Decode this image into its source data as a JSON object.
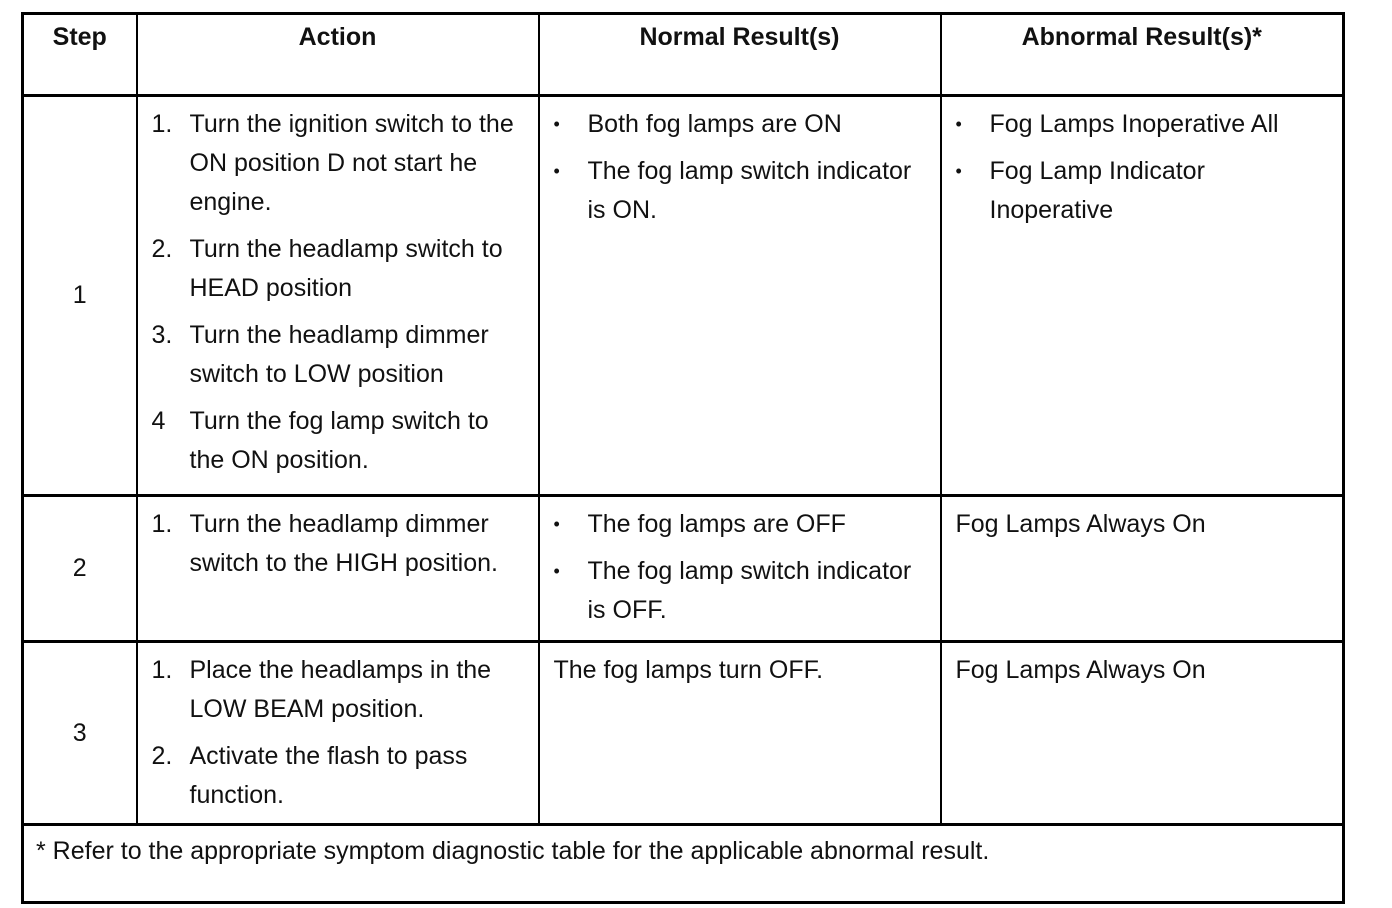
{
  "headers": {
    "step": "Step",
    "action": "Action",
    "normal": "Normal Result(s)",
    "abnormal": "Abnormal Result(s)*"
  },
  "rows": [
    {
      "step": "1",
      "actions": [
        {
          "num": "1.",
          "text": "Turn the ignition switch to the ON position D not start he engine."
        },
        {
          "num": "2.",
          "text": "Turn the headlamp switch to HEAD position"
        },
        {
          "num": "3.",
          "text": "Turn the headlamp dimmer switch to LOW position"
        },
        {
          "num": "4",
          "text": "Turn the fog lamp switch to the ON position."
        }
      ],
      "normal": [
        "Both fog lamps are ON",
        "The fog lamp switch indicator is ON."
      ],
      "abnormal": [
        "Fog Lamps Inoperative All",
        "Fog Lamp Indicator Inoperative"
      ]
    },
    {
      "step": "2",
      "actions": [
        {
          "num": "1.",
          "text": "Turn the headlamp dimmer switch to the HIGH position."
        }
      ],
      "normal": [
        "The fog lamps are OFF",
        "The fog lamp switch indicator is OFF."
      ],
      "abnormal_text": "Fog Lamps Always On"
    },
    {
      "step": "3",
      "actions": [
        {
          "num": "1.",
          "text": "Place the headlamps in the LOW BEAM position."
        },
        {
          "num": "2.",
          "text": "Activate the flash to pass function."
        }
      ],
      "normal_text": "The fog lamps turn OFF.",
      "abnormal_text": "Fog Lamps Always On"
    }
  ],
  "footnote": "* Refer to the appropriate symptom diagnostic table for the applicable abnormal result.",
  "bullet": "•"
}
